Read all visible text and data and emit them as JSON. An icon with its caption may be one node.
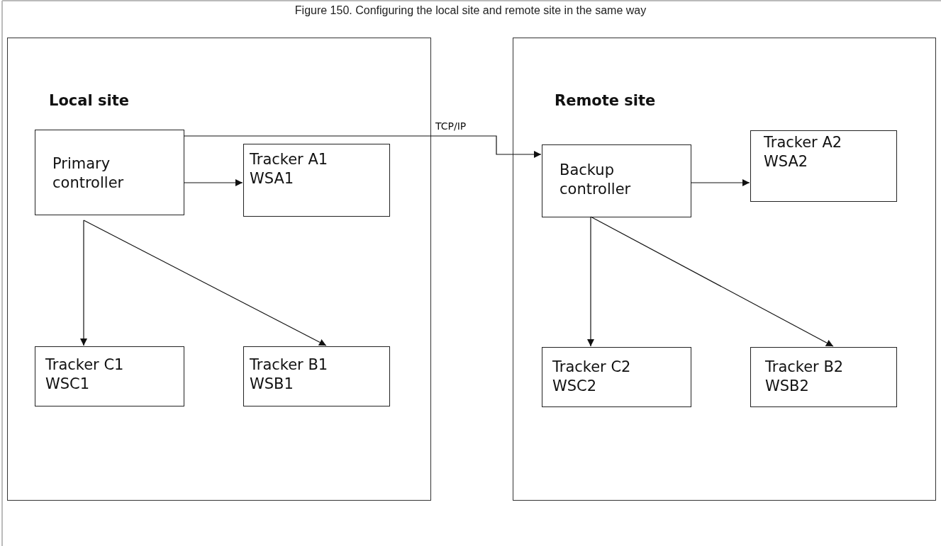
{
  "diagram": {
    "title": "Figure 150. Configuring the local site and remote site in the same way",
    "nodes": [
      {
        "text": [
          "Local site"
        ]
      },
      {
        "text": [
          "Primary controller"
        ],
        "in": 0
      },
      {
        "text": [
          "Tracker A1 WSA1"
        ],
        "in": 0
      },
      {
        "text": [
          "Tracker C1 WSC1"
        ],
        "in": 0
      },
      {
        "text": [
          "Tracker B1 WSB1"
        ],
        "in": 0
      },
      {
        "text": [
          "Remote site"
        ]
      },
      {
        "text": [
          "Backup controller"
        ],
        "in": 5
      },
      {
        "text": [
          "Tracker A2 WSA2"
        ],
        "in": 5
      },
      {
        "text": [
          "Tracker C2 WSC2"
        ],
        "in": 5
      },
      {
        "text": [
          "Tracker B2 WSB2"
        ],
        "in": 5
      }
    ],
    "edges": [
      {
        "from": 1,
        "to": 6,
        "arrow": "to",
        "label": "TCP/IP"
      },
      {
        "from": 1,
        "to": 2,
        "arrow": "to"
      },
      {
        "from": 1,
        "to": 3,
        "arrow": "to"
      },
      {
        "from": 1,
        "to": 4,
        "arrow": "to"
      },
      {
        "from": 6,
        "to": 7,
        "arrow": "to"
      },
      {
        "from": 6,
        "to": 8,
        "arrow": "to"
      },
      {
        "from": 6,
        "to": 9,
        "arrow": "to"
      }
    ]
  }
}
